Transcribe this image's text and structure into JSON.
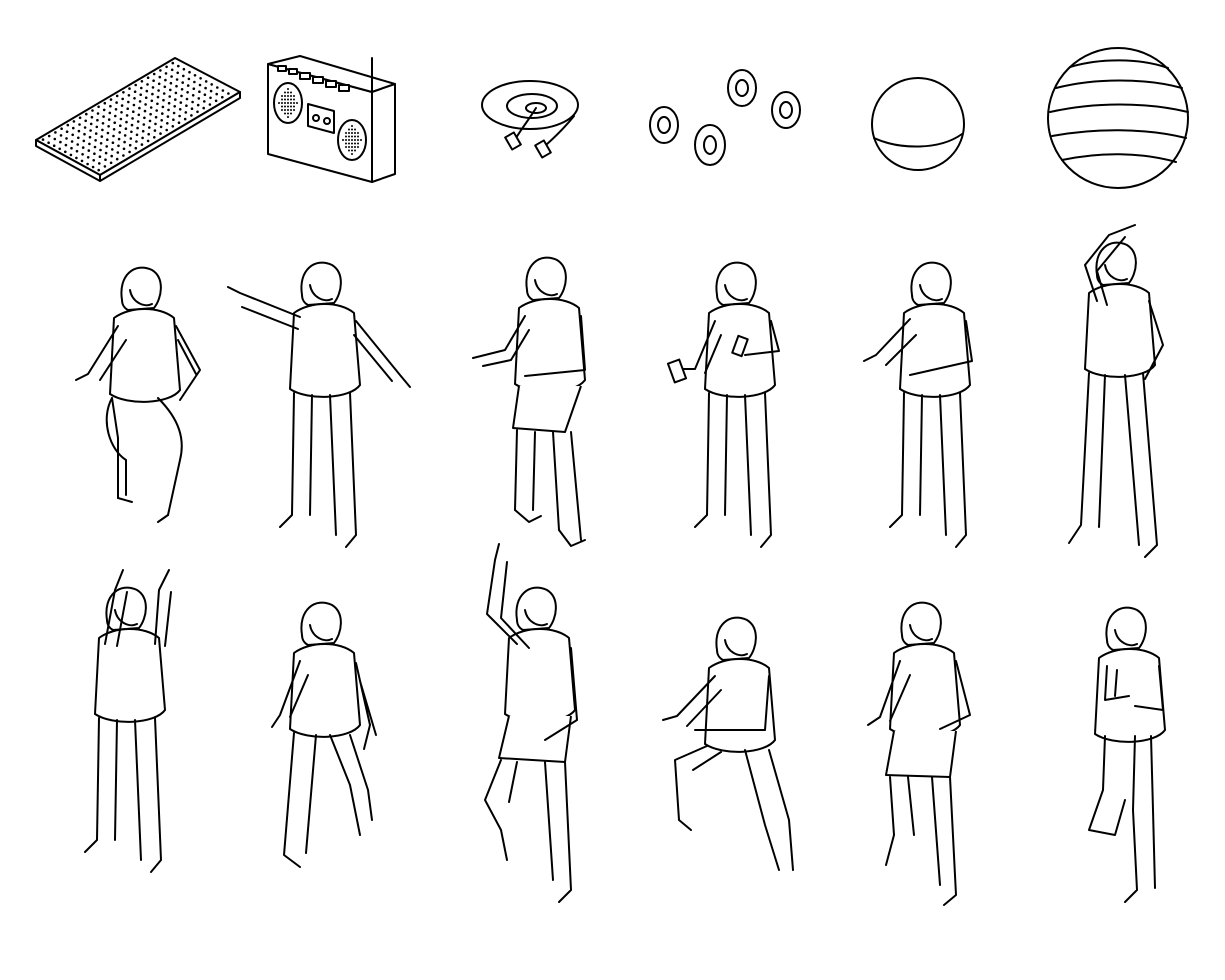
{
  "colors": {
    "background": "#ffffff",
    "line": "#000000"
  },
  "equipment": [
    {
      "name": "massage-mat-icon"
    },
    {
      "name": "boombox-icon"
    },
    {
      "name": "jump-rope-icon"
    },
    {
      "name": "dumbbells-icon"
    },
    {
      "name": "kettlebell-icon"
    },
    {
      "name": "exercise-ball-icon"
    }
  ],
  "figures": [
    {
      "name": "squat-figure",
      "pose": "squat"
    },
    {
      "name": "arms-spread-figure",
      "pose": "arms-spread"
    },
    {
      "name": "shorts-gesture-figure",
      "pose": "gesture"
    },
    {
      "name": "dumbbell-figure",
      "pose": "dumbbell"
    },
    {
      "name": "arms-forward-figure",
      "pose": "arms-forward"
    },
    {
      "name": "side-stretch-figure",
      "pose": "side-stretch"
    },
    {
      "name": "arms-up-figure",
      "pose": "arms-up"
    },
    {
      "name": "walking-figure",
      "pose": "walking"
    },
    {
      "name": "high-knee-figure",
      "pose": "high-knee"
    },
    {
      "name": "lunge-figure",
      "pose": "lunge"
    },
    {
      "name": "jogging-figure",
      "pose": "jogging"
    },
    {
      "name": "tree-pose-figure",
      "pose": "tree-pose"
    }
  ]
}
